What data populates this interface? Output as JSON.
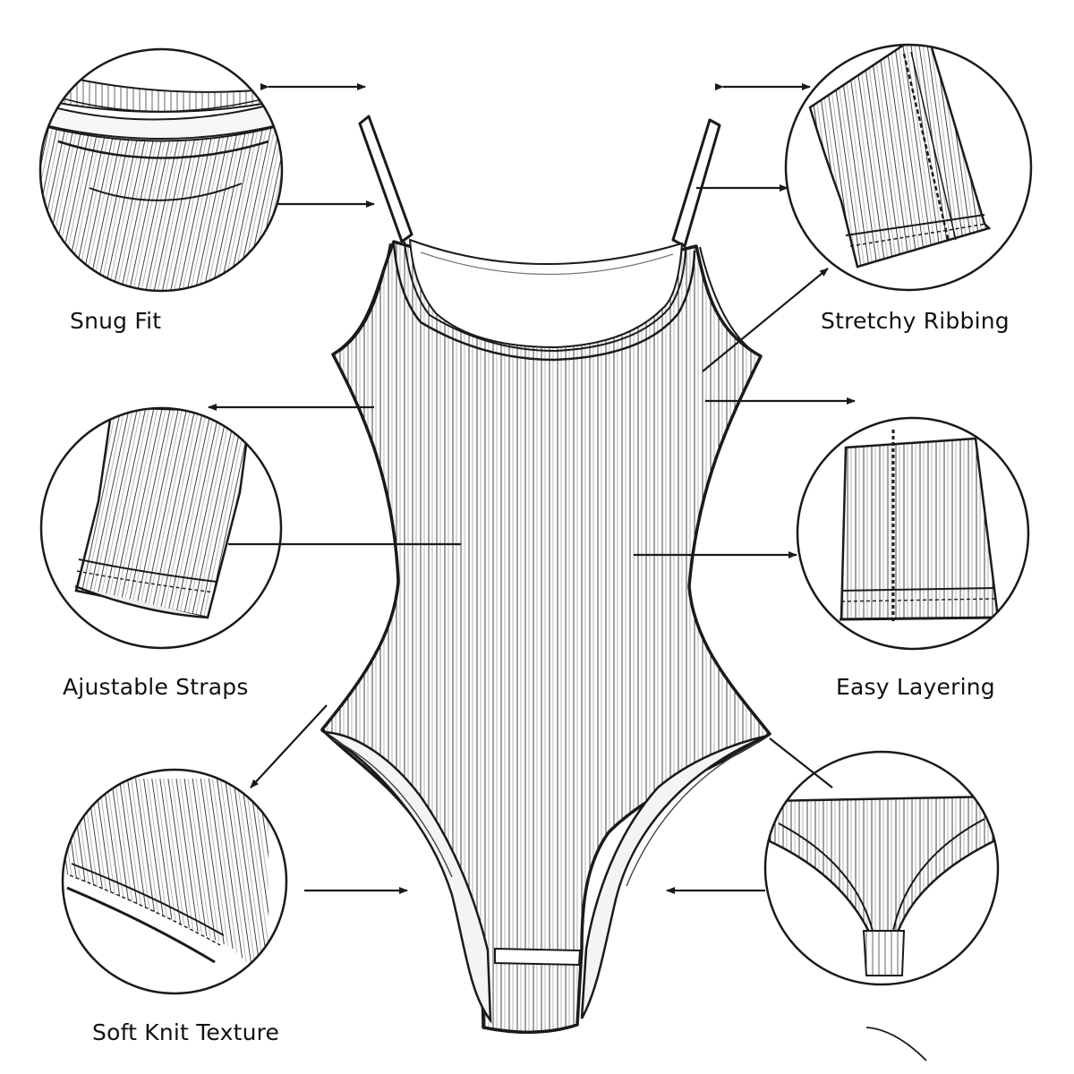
{
  "features": {
    "snug_fit": "Snug Fit",
    "stretchy_ribbing": "Stretchy Ribbing",
    "adjustable_straps": "Ajustable Straps",
    "easy_layering": "Easy Layering",
    "soft_knit_texture": "Soft Knit Texture"
  },
  "colors": {
    "ink": "#1a1a1a",
    "background": "#ffffff"
  }
}
